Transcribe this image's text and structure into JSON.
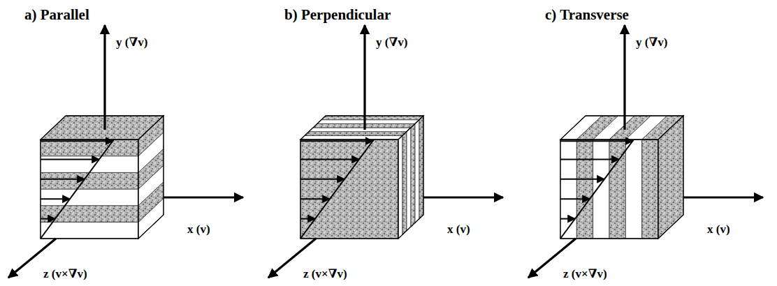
{
  "diagram": {
    "labels": [
      "a) Parallel",
      "b) Perpendicular",
      "c) Transverse",
      "y (∇v)",
      "x (v)",
      "z (v×∇v)",
      "y (∇v)",
      "x (v)",
      "z (v×∇v)",
      "y (∇v)",
      "x (v)",
      "z (v×∇v)"
    ]
  }
}
